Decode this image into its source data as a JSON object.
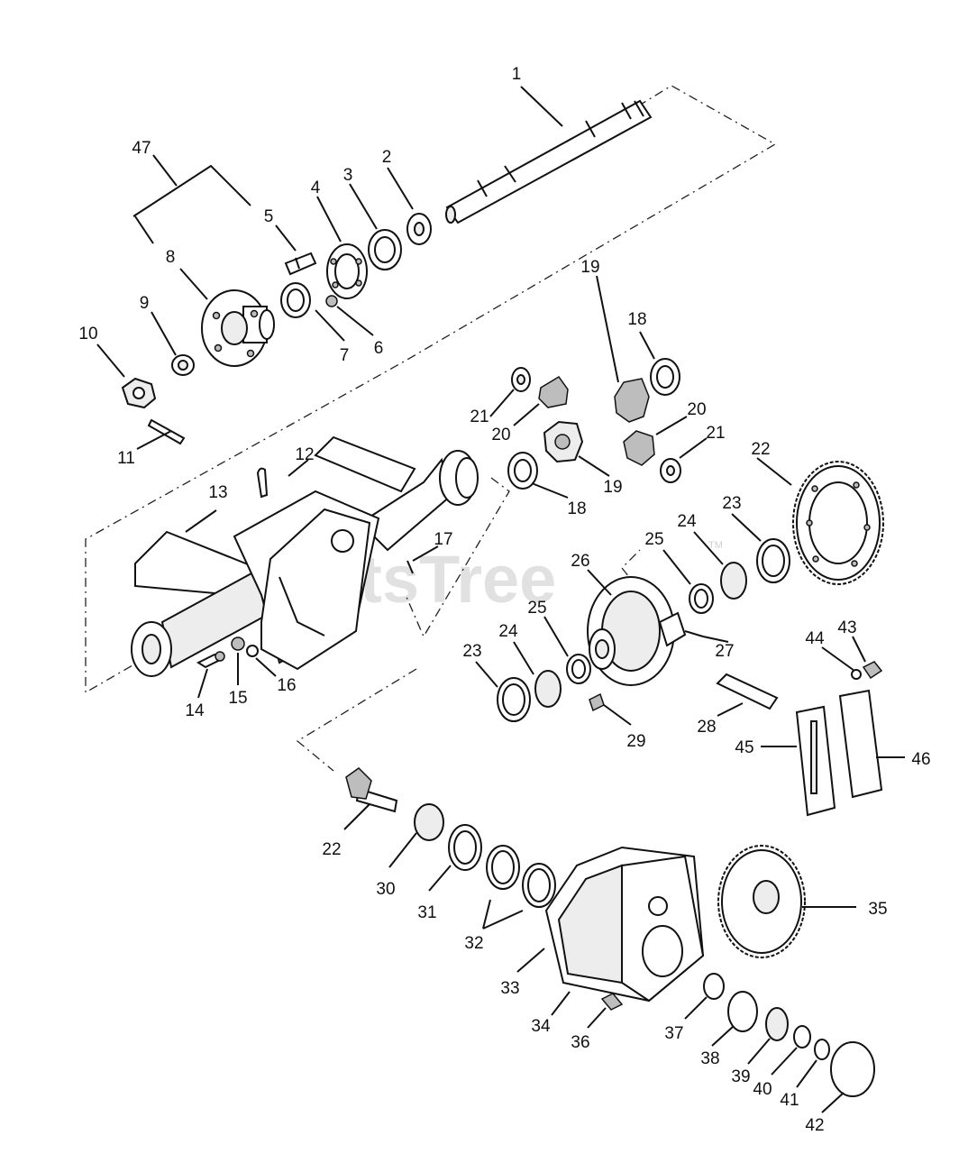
{
  "watermark": {
    "text": "PartsTree",
    "trademark": "TM"
  },
  "callouts": {
    "c1": "1",
    "c2": "2",
    "c3": "3",
    "c4": "4",
    "c5": "5",
    "c6": "6",
    "c7": "7",
    "c8": "8",
    "c9": "9",
    "c10": "10",
    "c11": "11",
    "c12": "12",
    "c13": "13",
    "c14": "14",
    "c15": "15",
    "c16": "16",
    "c17": "17",
    "c18a": "18",
    "c18b": "18",
    "c19a": "19",
    "c19b": "19",
    "c20a": "20",
    "c20b": "20",
    "c21a": "21",
    "c21b": "21",
    "c22a": "22",
    "c22b": "22",
    "c23a": "23",
    "c23b": "23",
    "c24a": "24",
    "c24b": "24",
    "c25a": "25",
    "c25b": "25",
    "c26": "26",
    "c27": "27",
    "c28": "28",
    "c29": "29",
    "c30": "30",
    "c31": "31",
    "c32": "32",
    "c33": "33",
    "c34": "34",
    "c35": "35",
    "c36": "36",
    "c37": "37",
    "c38": "38",
    "c39": "39",
    "c40": "40",
    "c41": "41",
    "c42": "42",
    "c43": "43",
    "c44": "44",
    "c45": "45",
    "c46": "46",
    "c47": "47"
  }
}
